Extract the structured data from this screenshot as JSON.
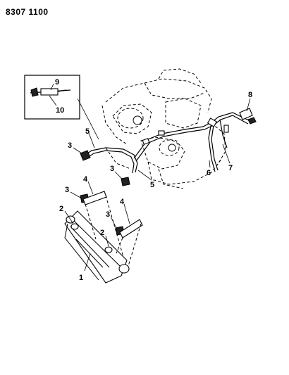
{
  "header": {
    "part_number": "8307 1100"
  },
  "callouts": {
    "c1": "1",
    "c2a": "2",
    "c2b": "2",
    "c3a": "3",
    "c3b": "3",
    "c3c": "3",
    "c3d": "3",
    "c4a": "4",
    "c4b": "4",
    "c5a": "5",
    "c5b": "5",
    "c6": "6",
    "c7": "7",
    "c8": "8",
    "c9": "9",
    "c10": "10"
  }
}
